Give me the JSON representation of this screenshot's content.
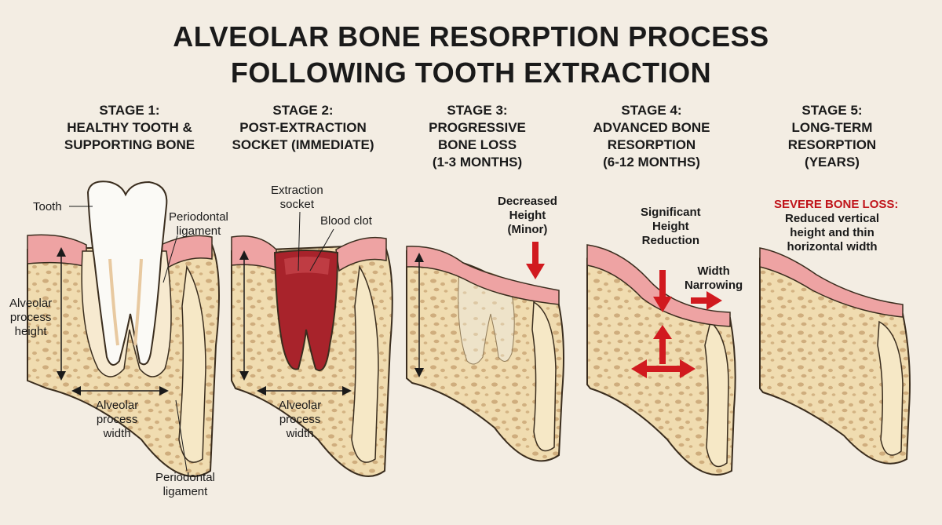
{
  "title": {
    "line1": "ALVEOLAR BONE RESORPTION PROCESS",
    "line2": "FOLLOWING TOOTH EXTRACTION"
  },
  "stages": [
    {
      "line1": "STAGE 1:",
      "line2": "HEALTHY TOOTH &",
      "line3": "SUPPORTING BONE",
      "line4": ""
    },
    {
      "line1": "STAGE 2:",
      "line2": "POST-EXTRACTION",
      "line3": "SOCKET (IMMEDIATE)",
      "line4": ""
    },
    {
      "line1": "STAGE 3:",
      "line2": "PROGRESSIVE",
      "line3": "BONE LOSS",
      "line4": "(1-3 MONTHS)"
    },
    {
      "line1": "STAGE 4:",
      "line2": "ADVANCED BONE",
      "line3": "RESORPTION",
      "line4": "(6-12 MONTHS)"
    },
    {
      "line1": "STAGE 5:",
      "line2": "LONG-TERM",
      "line3": "RESORPTION",
      "line4": "(YEARS)"
    }
  ],
  "labels": {
    "tooth": "Tooth",
    "periodontal_ligament_top": [
      "Periodontal",
      "ligament"
    ],
    "alveolar_height": [
      "Alveolar",
      "process",
      "height"
    ],
    "alveolar_width_1": [
      "Alveolar",
      "process",
      "width"
    ],
    "periodontal_ligament_bottom": [
      "Periodontal",
      "ligament"
    ],
    "extraction_socket": [
      "Extraction",
      "socket"
    ],
    "blood_clot": "Blood clot",
    "alveolar_width_2": [
      "Alveolar",
      "process",
      "width"
    ],
    "decreased_height": [
      "Decreased",
      "Height",
      "(Minor)"
    ],
    "significant_height": [
      "Significant",
      "Height",
      "Reduction"
    ],
    "width_narrowing": [
      "Width",
      "Narrowing"
    ],
    "severe_title": "SEVERE BONE LOSS:",
    "severe_desc": [
      "Reduced vertical",
      "height and thin",
      "horizontal width"
    ]
  },
  "colors": {
    "background": "#f3ede3",
    "bone": "#f0dcb0",
    "bone_pore": "#c9a574",
    "gum": "#eea3a3",
    "blood": "#a8232b",
    "arrow_red": "#d11a1f",
    "tooth": "#fbfaf6"
  }
}
